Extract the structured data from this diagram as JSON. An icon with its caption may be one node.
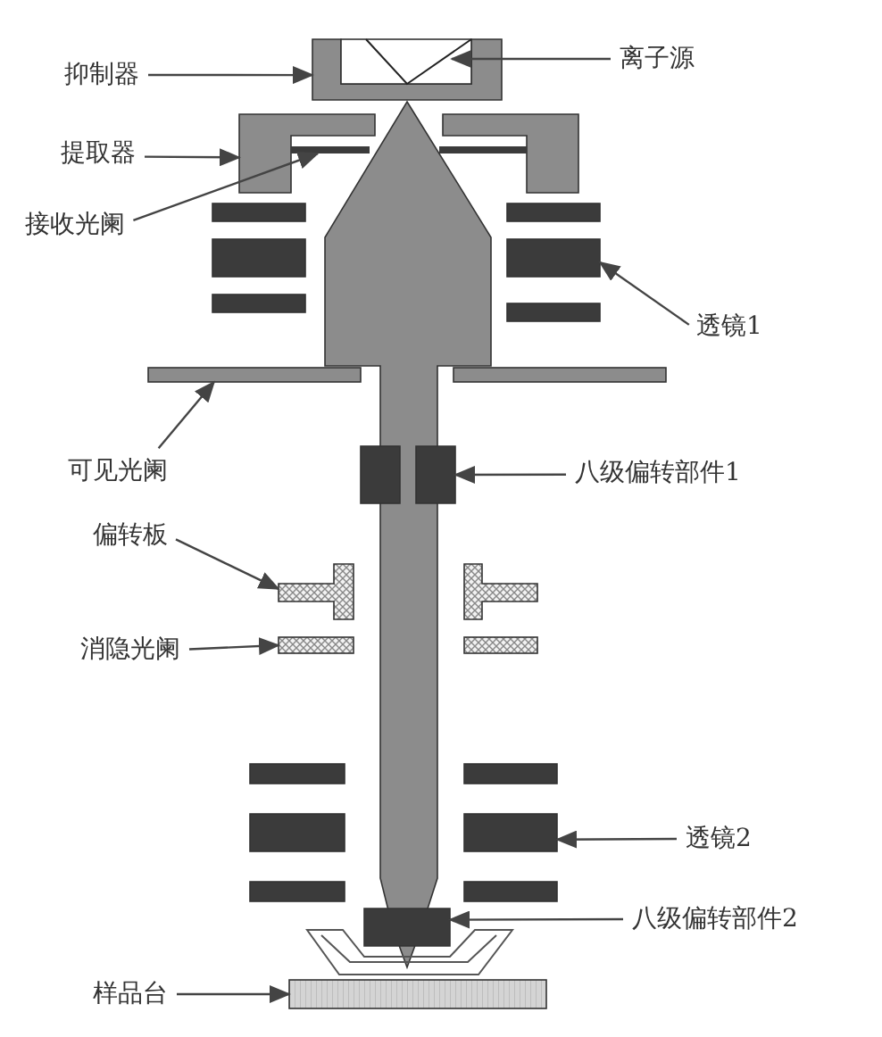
{
  "diagram": {
    "nodes": [
      {
        "text": [
          "抑制器"
        ]
      },
      {
        "text": [],
        "shape": "box"
      },
      {
        "text": [],
        "shape": "triangle",
        "in": 1
      },
      {
        "text": [
          "离子源"
        ]
      },
      {
        "text": [
          "提取器"
        ]
      },
      {
        "text": [],
        "shape": "box"
      },
      {
        "text": [
          "接收光阑"
        ]
      },
      {
        "text": [],
        "shape": "bar"
      },
      {
        "text": [],
        "shape": "box"
      },
      {
        "text": [],
        "shape": "box"
      },
      {
        "text": [
          "透镜1"
        ]
      },
      {
        "text": [
          "可见光阑"
        ]
      },
      {
        "text": [],
        "shape": "bar"
      },
      {
        "text": [],
        "shape": "box"
      },
      {
        "text": [
          "八级偏转部件1"
        ]
      },
      {
        "text": [
          "偏转板"
        ]
      },
      {
        "text": [],
        "shape": "box"
      },
      {
        "text": [
          "消隐光阑"
        ]
      },
      {
        "text": [],
        "shape": "bar"
      },
      {
        "text": [],
        "shape": "box"
      },
      {
        "text": [],
        "shape": "box"
      },
      {
        "text": [
          "透镜2"
        ]
      },
      {
        "text": [],
        "shape": "box"
      },
      {
        "text": [
          "八级偏转部件2"
        ]
      },
      {
        "text": [
          "样品台"
        ]
      },
      {
        "text": [],
        "shape": "bar"
      }
    ],
    "edges": [
      {
        "from": 0,
        "to": 1,
        "arrow": "to"
      },
      {
        "from": 3,
        "to": 2,
        "arrow": "to"
      },
      {
        "from": 4,
        "to": 5,
        "arrow": "to"
      },
      {
        "from": 6,
        "to": 7,
        "arrow": "to"
      },
      {
        "from": 10,
        "to": 9,
        "arrow": "to"
      },
      {
        "from": 11,
        "to": 12,
        "arrow": "to"
      },
      {
        "from": 14,
        "to": 13,
        "arrow": "to"
      },
      {
        "from": 15,
        "to": 16,
        "arrow": "to"
      },
      {
        "from": 17,
        "to": 18,
        "arrow": "to"
      },
      {
        "from": 21,
        "to": 20,
        "arrow": "to"
      },
      {
        "from": 23,
        "to": 22,
        "arrow": "to"
      },
      {
        "from": 24,
        "to": 25,
        "arrow": "to"
      }
    ]
  }
}
